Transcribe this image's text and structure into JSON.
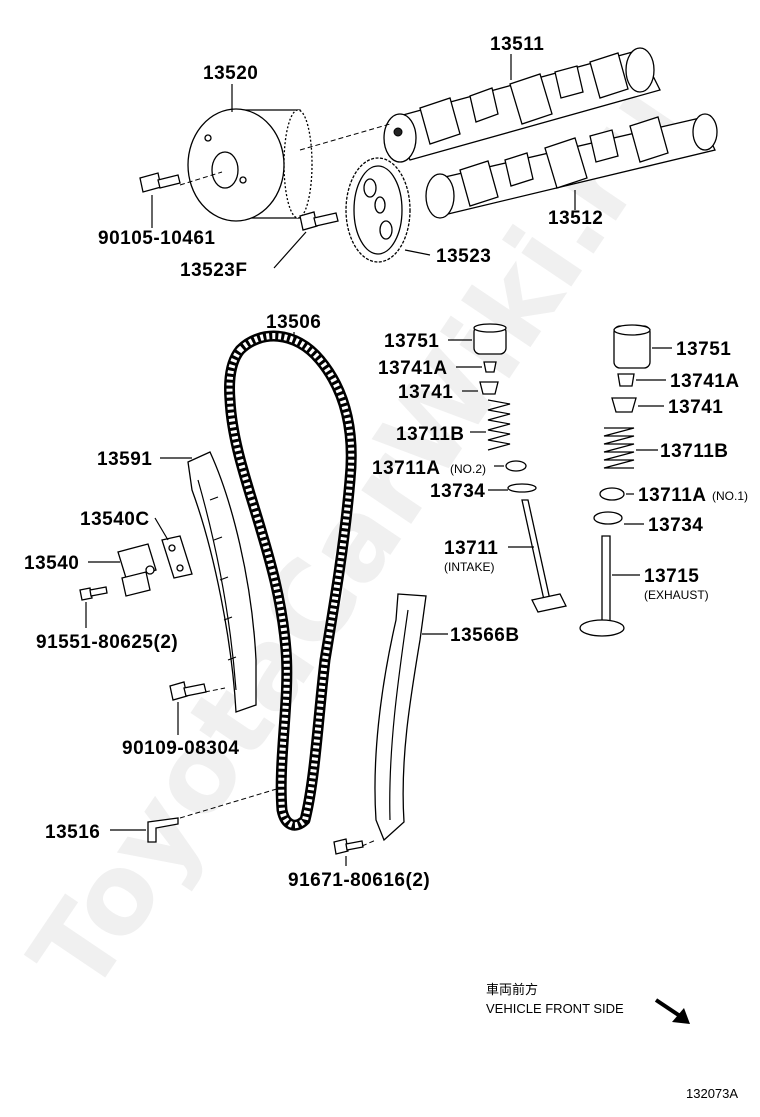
{
  "watermark": "ToyotaCarWiki.ru",
  "labels": {
    "p13511": "13511",
    "p13520": "13520",
    "p13512": "13512",
    "p90105": "90105-10461",
    "p13523F": "13523F",
    "p13523": "13523",
    "p13506": "13506",
    "p13751_in": "13751",
    "p13741A_in": "13741A",
    "p13741_in": "13741",
    "p13711B_in": "13711B",
    "p13711A_in": "13711A",
    "p13711A_in_sub": "(NO.2)",
    "p13734_in": "13734",
    "p13711": "13711",
    "p13711_sub": "(INTAKE)",
    "p13751_ex": "13751",
    "p13741A_ex": "13741A",
    "p13741_ex": "13741",
    "p13711B_ex": "13711B",
    "p13711A_ex": "13711A",
    "p13711A_ex_sub": "(NO.1)",
    "p13734_ex": "13734",
    "p13715": "13715",
    "p13715_sub": "(EXHAUST)",
    "p13591": "13591",
    "p13540C": "13540C",
    "p13540": "13540",
    "p91551": "91551-80625(2)",
    "p13566B": "13566B",
    "p90109": "90109-08304",
    "p13516": "13516",
    "p91671": "91671-80616(2)"
  },
  "direction": {
    "jp": "車両前方",
    "en": "VEHICLE FRONT SIDE"
  },
  "figure_id": "132073A"
}
